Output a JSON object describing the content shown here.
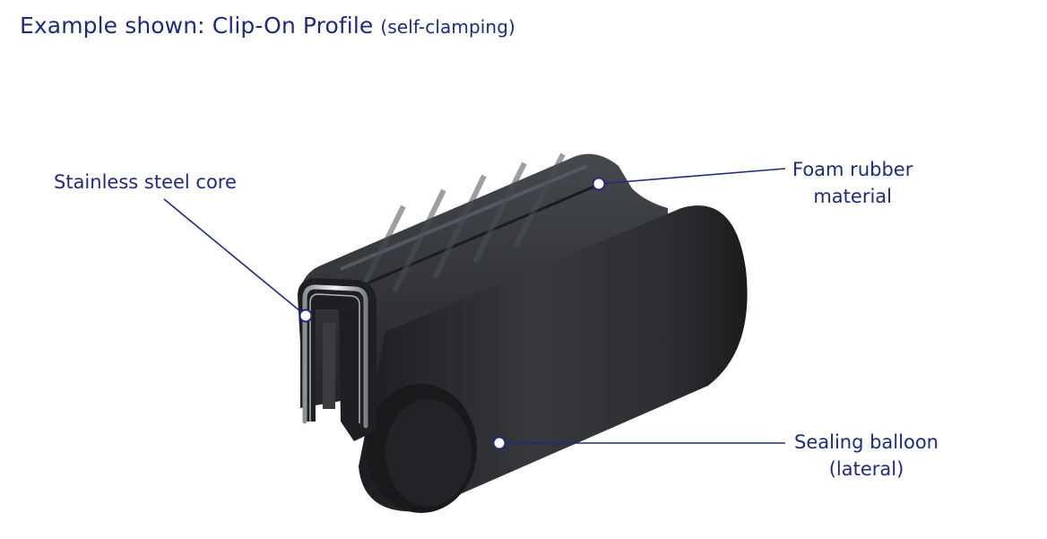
{
  "title": {
    "main": "Example shown: Clip-On Profile",
    "sub": "(self-clamping)"
  },
  "callouts": {
    "core": {
      "line1": "Stainless steel core"
    },
    "foam": {
      "line1": "Foam rubber",
      "line2": "material"
    },
    "seal": {
      "line1": "Sealing balloon",
      "line2": "(lateral)"
    }
  },
  "colors": {
    "accent": "#1f2b7a",
    "rubber": "#2b2d30"
  }
}
